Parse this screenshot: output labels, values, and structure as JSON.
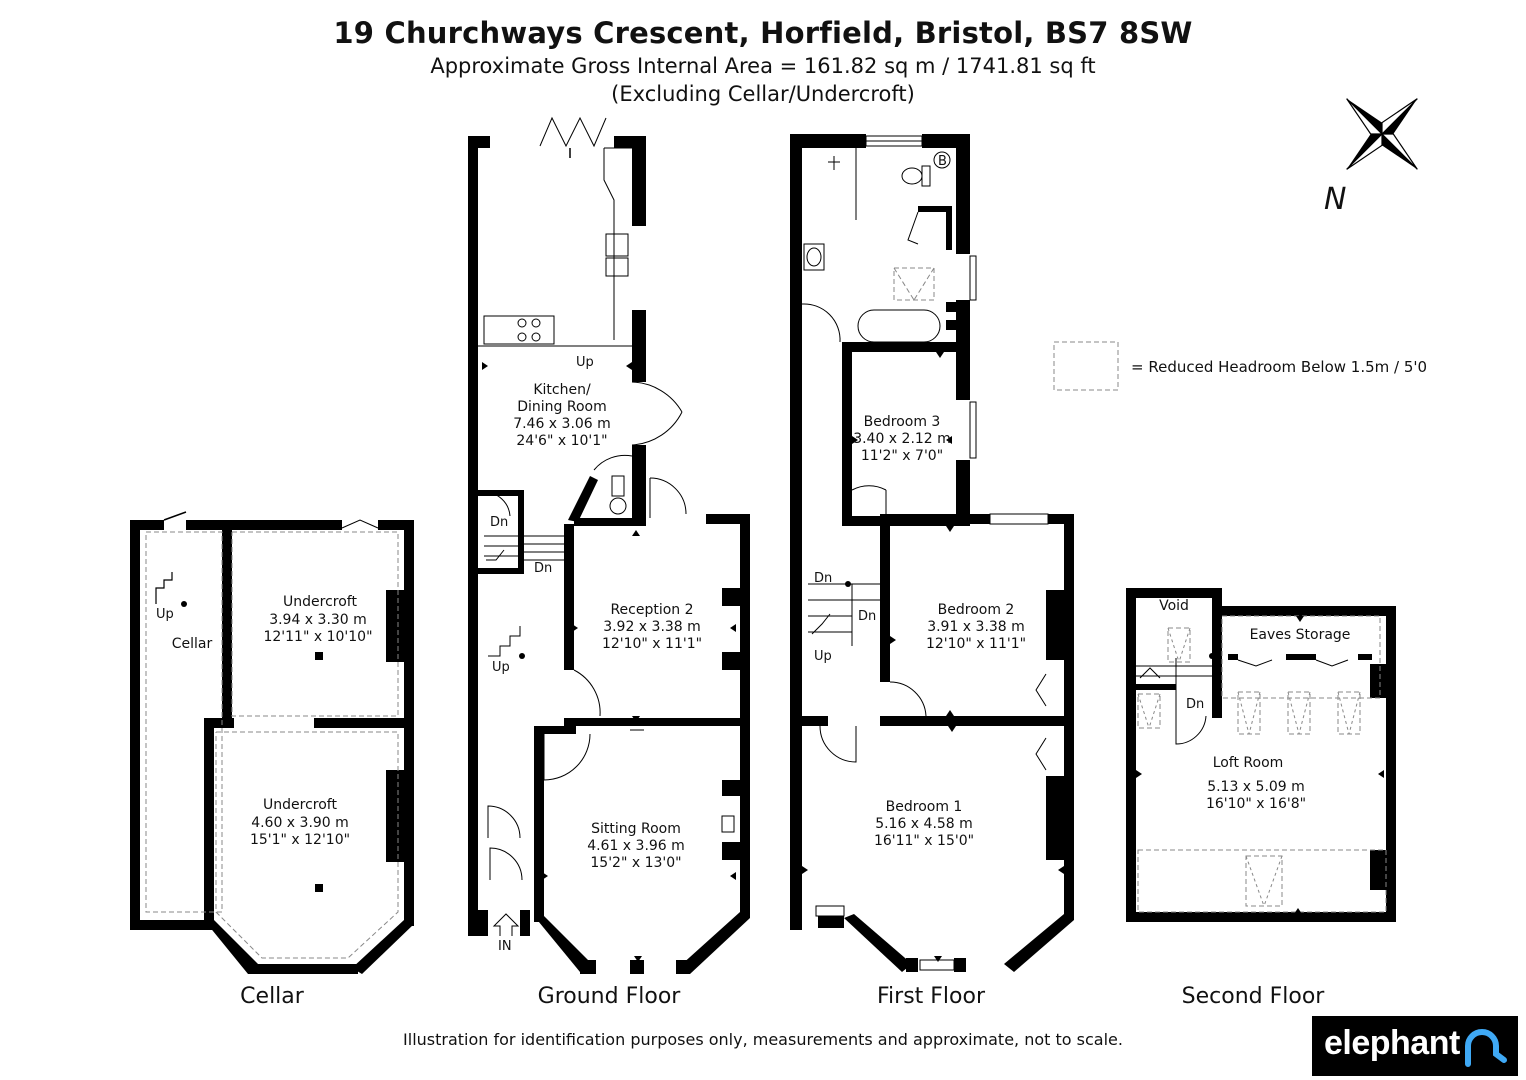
{
  "header": {
    "title": "19 Churchways Crescent, Horfield, Bristol, BS7 8SW",
    "area": "Approximate Gross Internal Area = 161.82 sq m / 1741.81 sq ft",
    "note": "(Excluding Cellar/Undercroft)"
  },
  "legend": {
    "text": "= Reduced Headroom Below 1.5m / 5'0"
  },
  "compass": {
    "label": "N"
  },
  "floors": {
    "cellar": "Cellar",
    "ground": "Ground Floor",
    "first": "First Floor",
    "second": "Second Floor"
  },
  "rooms": {
    "cellar_room": {
      "name": "Cellar"
    },
    "undercroft_1": {
      "name": "Undercroft",
      "metric": "3.94 x 3.30 m",
      "imperial": "12'11\" x 10'10\""
    },
    "undercroft_2": {
      "name": "Undercroft",
      "metric": "4.60 x 3.90 m",
      "imperial": "15'1\" x 12'10\""
    },
    "kitchen": {
      "name1": "Kitchen/",
      "name2": "Dining Room",
      "metric": "7.46 x 3.06 m",
      "imperial": "24'6\" x 10'1\""
    },
    "reception2": {
      "name": "Reception 2",
      "metric": "3.92 x 3.38 m",
      "imperial": "12'10\" x 11'1\""
    },
    "sitting": {
      "name": "Sitting Room",
      "metric": "4.61 x 3.96 m",
      "imperial": "15'2\" x 13'0\""
    },
    "bedroom3": {
      "name": "Bedroom 3",
      "metric": "3.40 x 2.12 m",
      "imperial": "11'2\" x 7'0\""
    },
    "bedroom2": {
      "name": "Bedroom 2",
      "metric": "3.91 x 3.38 m",
      "imperial": "12'10\" x 11'1\""
    },
    "bedroom1": {
      "name": "Bedroom 1",
      "metric": "5.16 x 4.58 m",
      "imperial": "16'11\" x 15'0\""
    },
    "void": {
      "name": "Void"
    },
    "eaves": {
      "name": "Eaves Storage"
    },
    "loft": {
      "name": "Loft Room",
      "metric": "5.13 x 5.09 m",
      "imperial": "16'10\" x 16'8\""
    }
  },
  "stairs": {
    "up": "Up",
    "down": "Dn",
    "entrance": "IN",
    "boiler": "B"
  },
  "footer": {
    "disclaimer": "Illustration for identification purposes only, measurements and approximate, not to scale."
  },
  "brand": {
    "name": "elephant"
  }
}
